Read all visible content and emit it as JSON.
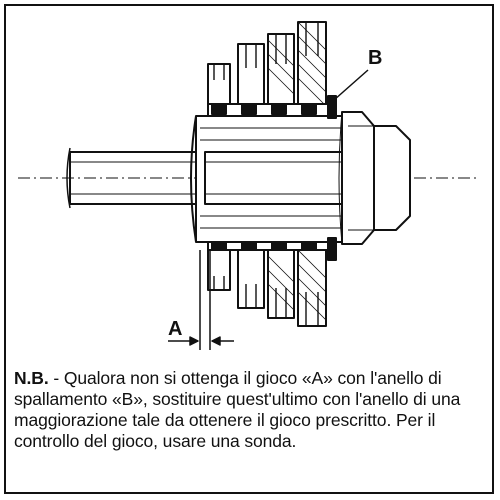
{
  "diagram": {
    "label_a": "A",
    "label_b": "B"
  },
  "note": {
    "lead": "N.B.",
    "body": " - Qualora non si ottenga il gioco «A» con l'anello di spallamento «B», sostituire quest'ultimo con l'anello di una maggiorazione tale da ottenere il gioco prescritto. Per il controllo del gioco, usare una sonda."
  },
  "colors": {
    "ink": "#111111",
    "paper": "#ffffff"
  }
}
